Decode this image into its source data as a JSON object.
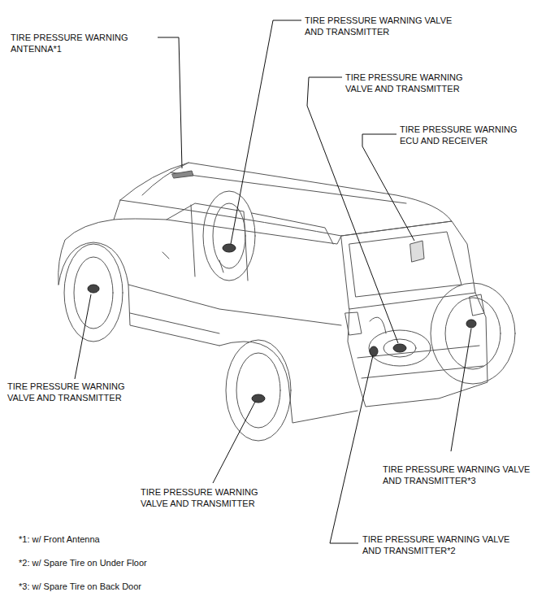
{
  "diagram": {
    "labels": [
      "TIRE PRESSURE WARNING ANTENNA*1",
      "TIRE PRESSURE WARNING VALVE AND TRANSMITTER",
      "TIRE PRESSURE WARNING VALVE AND TRANSMITTER",
      "TIRE PRESSURE WARNING ECU AND RECEIVER",
      "TIRE PRESSURE WARNING VALVE AND TRANSMITTER",
      "TIRE PRESSURE WARNING VALVE AND TRANSMITTER*3",
      "TIRE PRESSURE WARNING VALVE AND TRANSMITTER",
      "TIRE PRESSURE WARNING VALVE AND TRANSMITTER*2",
      "*1: w/ Front Antenna",
      "*2: w/ Spare Tire on Under Floor",
      "*3: w/ Spare Tire on Back Door"
    ]
  }
}
